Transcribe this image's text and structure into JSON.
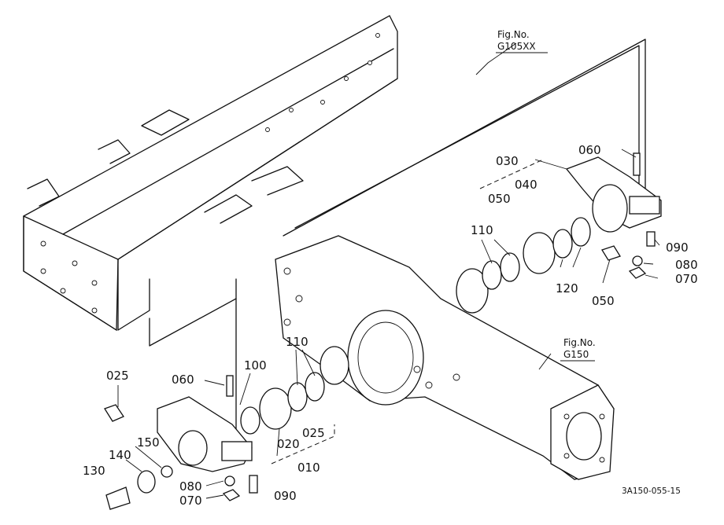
{
  "figure_refs": {
    "top": {
      "line1": "Fig.No.",
      "line2": "G105XX"
    },
    "right": {
      "line1": "Fig.No.",
      "line2": "G150"
    }
  },
  "labels": {
    "p010": "010",
    "p020": "020",
    "p025_top": "025",
    "p025_bottom": "025",
    "p030": "030",
    "p040": "040",
    "p050_top": "050",
    "p050_bottom": "050",
    "p060_top": "060",
    "p060_bottom": "060",
    "p070_right": "070",
    "p070_bottom": "070",
    "p080_right": "080",
    "p080_bottom": "080",
    "p090_right": "090",
    "p090_bottom": "090",
    "p100": "100",
    "p110_top": "110",
    "p110_bottom": "110",
    "p120": "120",
    "p130": "130",
    "p140": "140",
    "p150": "150"
  },
  "drawing_code": "3A150-055-15"
}
